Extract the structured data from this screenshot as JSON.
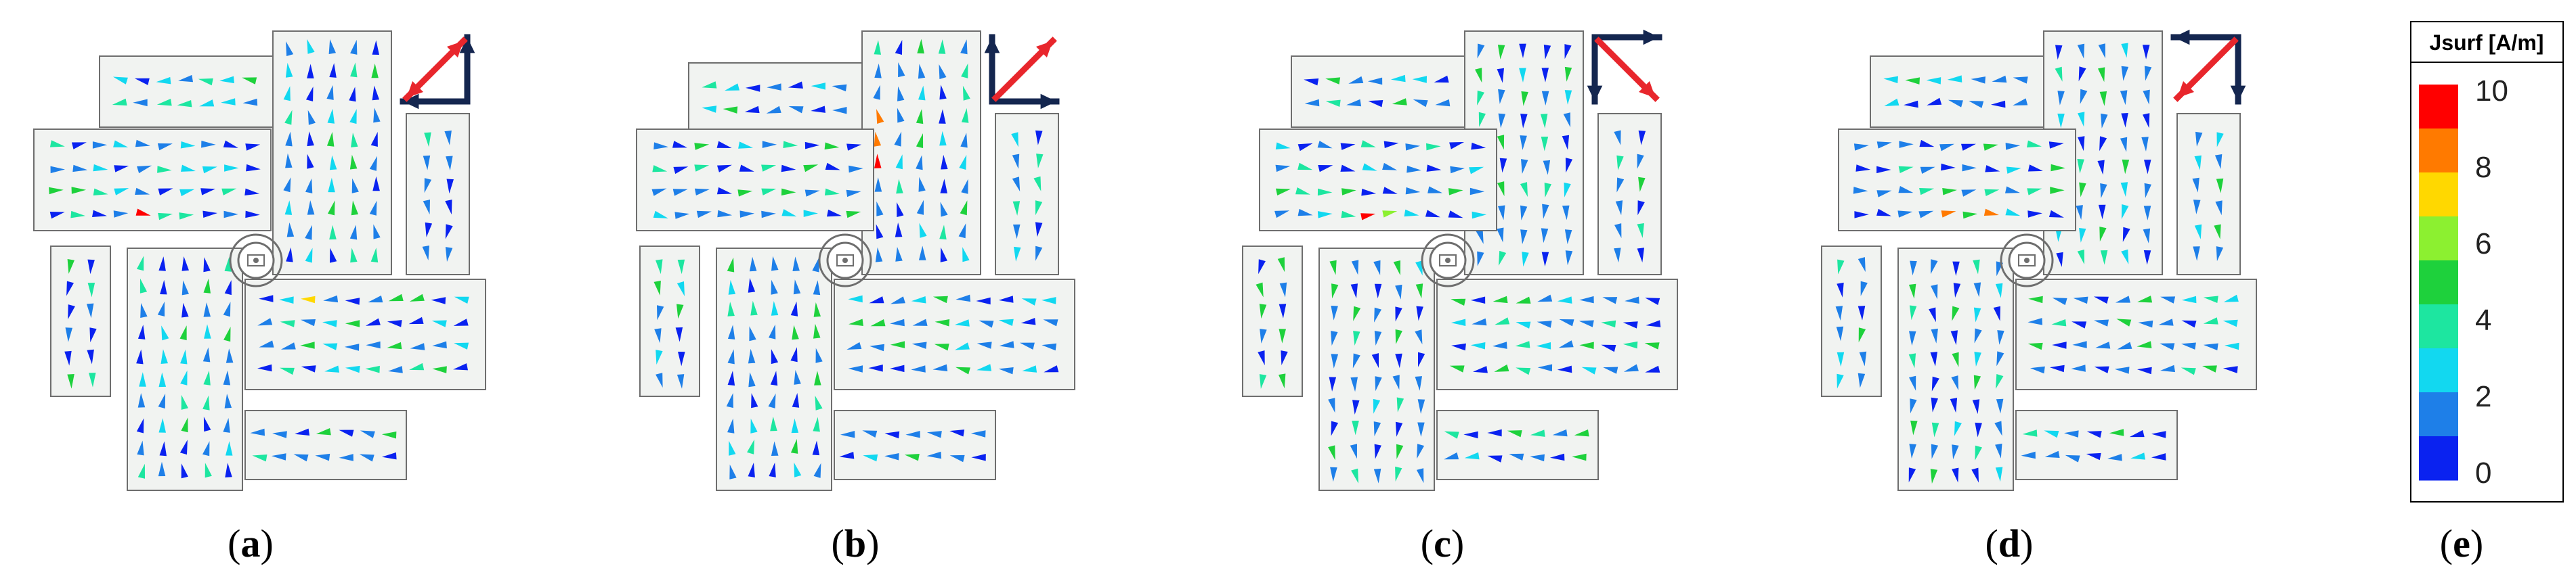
{
  "panels": [
    {
      "id": "a",
      "label": "a",
      "black_dirs": [
        "up",
        "left"
      ],
      "red_dir": "ne",
      "red_bidirectional": true
    },
    {
      "id": "b",
      "label": "b",
      "black_dirs": [
        "up",
        "right"
      ],
      "red_dir": "ne",
      "red_bidirectional": false
    },
    {
      "id": "c",
      "label": "c",
      "black_dirs": [
        "down",
        "right"
      ],
      "red_dir": "se",
      "red_bidirectional": false
    },
    {
      "id": "d",
      "label": "d",
      "black_dirs": [
        "down",
        "left"
      ],
      "red_dir": "sw",
      "red_bidirectional": false
    }
  ],
  "legend": {
    "label": "e",
    "title": "Jsurf [A/m]",
    "ticks": [
      "10",
      "8",
      "6",
      "4",
      "2",
      "0"
    ],
    "colors": [
      "#ff0000",
      "#ff7a00",
      "#ffd800",
      "#8cf030",
      "#1ed13c",
      "#1de6a0",
      "#12d8f0",
      "#1e7fe8",
      "#0a22f0"
    ]
  },
  "colors": {
    "plate_fill": "#f1f3f1",
    "plate_stroke": "#6e6e6e",
    "axis_black": "#14264f",
    "axis_red": "#e8262c"
  }
}
